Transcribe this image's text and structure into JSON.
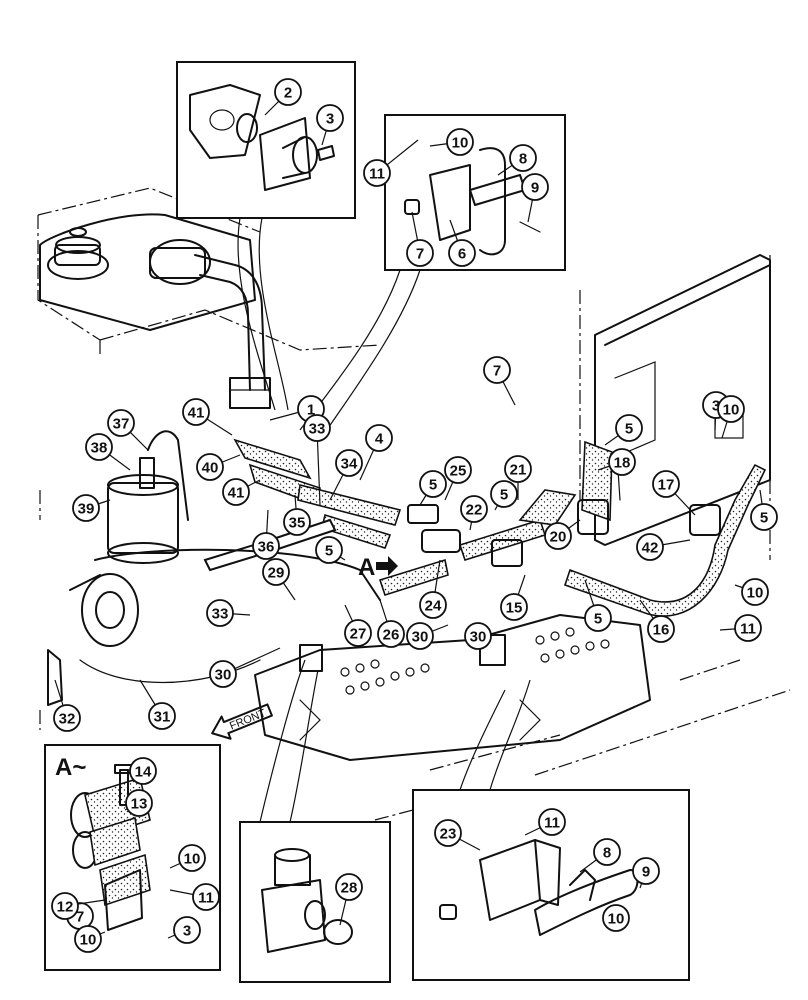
{
  "diagram": {
    "section_markers": {
      "view_arrow": "A",
      "inset_title": "A~"
    },
    "direction_label": "FRONT",
    "callouts": [
      {
        "n": "1"
      },
      {
        "n": "2"
      },
      {
        "n": "3"
      },
      {
        "n": "3"
      },
      {
        "n": "3"
      },
      {
        "n": "4"
      },
      {
        "n": "5"
      },
      {
        "n": "5"
      },
      {
        "n": "5"
      },
      {
        "n": "5"
      },
      {
        "n": "5"
      },
      {
        "n": "5"
      },
      {
        "n": "6"
      },
      {
        "n": "7"
      },
      {
        "n": "7"
      },
      {
        "n": "7"
      },
      {
        "n": "8"
      },
      {
        "n": "8"
      },
      {
        "n": "9"
      },
      {
        "n": "9"
      },
      {
        "n": "10"
      },
      {
        "n": "10"
      },
      {
        "n": "10"
      },
      {
        "n": "10"
      },
      {
        "n": "10"
      },
      {
        "n": "10"
      },
      {
        "n": "11"
      },
      {
        "n": "11"
      },
      {
        "n": "11"
      },
      {
        "n": "11"
      },
      {
        "n": "12"
      },
      {
        "n": "13"
      },
      {
        "n": "14"
      },
      {
        "n": "15"
      },
      {
        "n": "16"
      },
      {
        "n": "17"
      },
      {
        "n": "18"
      },
      {
        "n": "20"
      },
      {
        "n": "21"
      },
      {
        "n": "22"
      },
      {
        "n": "23"
      },
      {
        "n": "24"
      },
      {
        "n": "25"
      },
      {
        "n": "26"
      },
      {
        "n": "27"
      },
      {
        "n": "28"
      },
      {
        "n": "29"
      },
      {
        "n": "30"
      },
      {
        "n": "30"
      },
      {
        "n": "30"
      },
      {
        "n": "31"
      },
      {
        "n": "32"
      },
      {
        "n": "33"
      },
      {
        "n": "33"
      },
      {
        "n": "34"
      },
      {
        "n": "35"
      },
      {
        "n": "36"
      },
      {
        "n": "37"
      },
      {
        "n": "38"
      },
      {
        "n": "39"
      },
      {
        "n": "40"
      },
      {
        "n": "41"
      },
      {
        "n": "41"
      },
      {
        "n": "42"
      }
    ]
  }
}
